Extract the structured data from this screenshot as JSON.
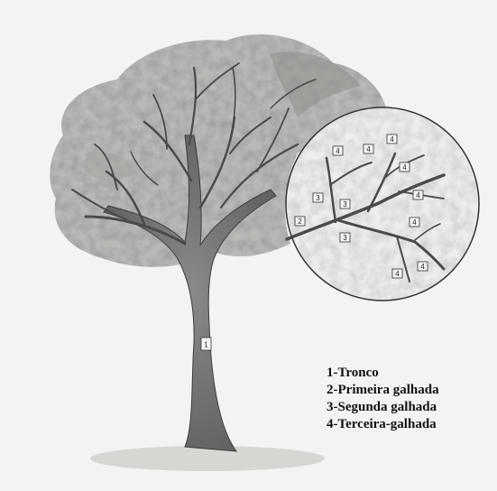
{
  "trunk_marker": "1",
  "branch_markers": {
    "primary": "2",
    "secondary": "3",
    "tertiary": "4"
  },
  "legend": [
    {
      "id": "trunk",
      "label": "1-Tronco"
    },
    {
      "id": "primary",
      "label": "2-Primeira galhada"
    },
    {
      "id": "secondary",
      "label": "3-Segunda galhada"
    },
    {
      "id": "tertiary",
      "label": "4-Terceira-galhada"
    }
  ]
}
